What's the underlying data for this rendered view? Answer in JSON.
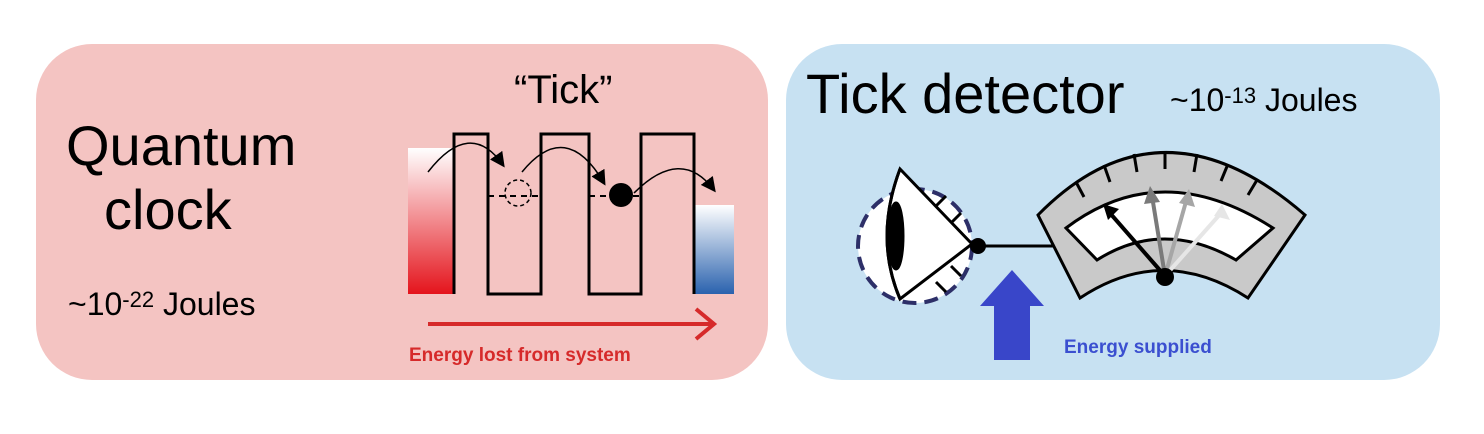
{
  "quantum_clock": {
    "title_line1": "Quantum",
    "title_line2": "clock",
    "energy_prefix": "~10",
    "energy_exponent": "-22",
    "energy_unit": "Joules",
    "tick_label": "“Tick”",
    "arrow_caption": "Energy lost from system",
    "caption_color": "#d62a2a",
    "panel_color": "#f4c4c2"
  },
  "tick_detector": {
    "title": "Tick detector",
    "energy_prefix": "~10",
    "energy_exponent": "-13",
    "energy_unit": "Joules",
    "arrow_caption": "Energy supplied",
    "caption_color": "#3b4fd0",
    "panel_color": "#c7e1f2"
  }
}
